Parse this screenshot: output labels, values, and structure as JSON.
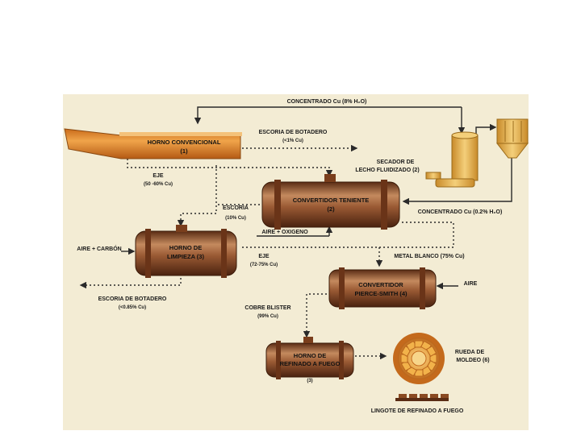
{
  "labels": {
    "concentrado_top": "CONCENTRADO Cu (8% H₂O)",
    "escoria_botadero_1": "ESCORIA DE BOTADERO",
    "escoria_botadero_1_pct": "(<1% Cu)",
    "horno_conv_l1": "HORNO CONVENCIONAL",
    "horno_conv_l2": "(1)",
    "secador_l1": "SECADOR DE",
    "secador_l2": "LECHO FLUIDIZADO (2)",
    "eje_1": "EJE",
    "eje_1_pct": "(50 -60% Cu)",
    "conv_teniente_l1": "CONVERTIDOR TENIENTE",
    "conv_teniente_l2": "(2)",
    "escoria_2": "ESCORIA",
    "escoria_2_pct": "(10% Cu)",
    "concentrado_dry": "CONCENTRADO Cu (0.2% H₂O)",
    "aire_oxigeno": "AIRE + OXIGENO",
    "aire_carbon": "AIRE + CARBÓN",
    "horno_limp_l1": "HORNO DE",
    "horno_limp_l2": "LIMPIEZA (3)",
    "eje_2": "EJE",
    "eje_2_pct": "(72-75% Cu)",
    "metal_blanco": "METAL BLANCO (75% Cu)",
    "aire_ps": "AIRE",
    "conv_ps_l1": "CONVERTIDOR",
    "conv_ps_l2": "PIERCE-SMITH (4)",
    "escoria_botadero_3": "ESCORIA DE BOTADERO",
    "escoria_botadero_3_pct": "(<0.85% Cu)",
    "cobre_blister": "COBRE BLISTER",
    "cobre_blister_pct": "(99% Cu)",
    "horno_ref_l1": "HORNO DE",
    "horno_ref_l2": "REFINADO A FUEGO",
    "horno_ref_l3": "(3)",
    "rueda_l1": "RUEDA DE",
    "rueda_l2": "MOLDEO (6)",
    "lingote": "LINGOTE DE REFINADO A FUEGO"
  },
  "colors": {
    "panel": "#f3ecd4",
    "copper_dark": "#5a2c14",
    "copper_mid": "#9a5a34",
    "copper_light": "#c48a5e",
    "furnace_orange": "#e28a2a",
    "gold": "#e9b24a",
    "line": "#2a2a2a"
  }
}
